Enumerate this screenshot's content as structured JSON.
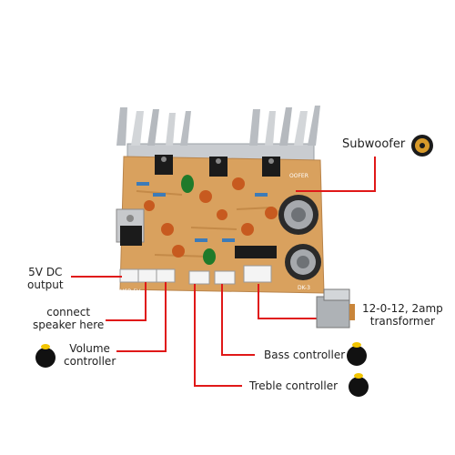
{
  "board": {
    "silkscreen_left": "USB-5V",
    "silkscreen_right": "DK-3",
    "silkscreen_top": "OOFER"
  },
  "labels": {
    "subwoofer": "Subwoofer",
    "dc_output_line1": "5V DC",
    "dc_output_line2": "output",
    "speaker_line1": "connect",
    "speaker_line2": "speaker here",
    "volume_line1": "Volume",
    "volume_line2": "controller",
    "bass": "Bass controller",
    "treble": "Treble controller",
    "transformer_line1": "12-0-12, 2amp",
    "transformer_line2": "transformer"
  },
  "colors": {
    "leader_line": "#e01818",
    "pcb": "#d9a15e",
    "heatsink": "#c9ccd0",
    "knob_cap": "#f2c500"
  }
}
